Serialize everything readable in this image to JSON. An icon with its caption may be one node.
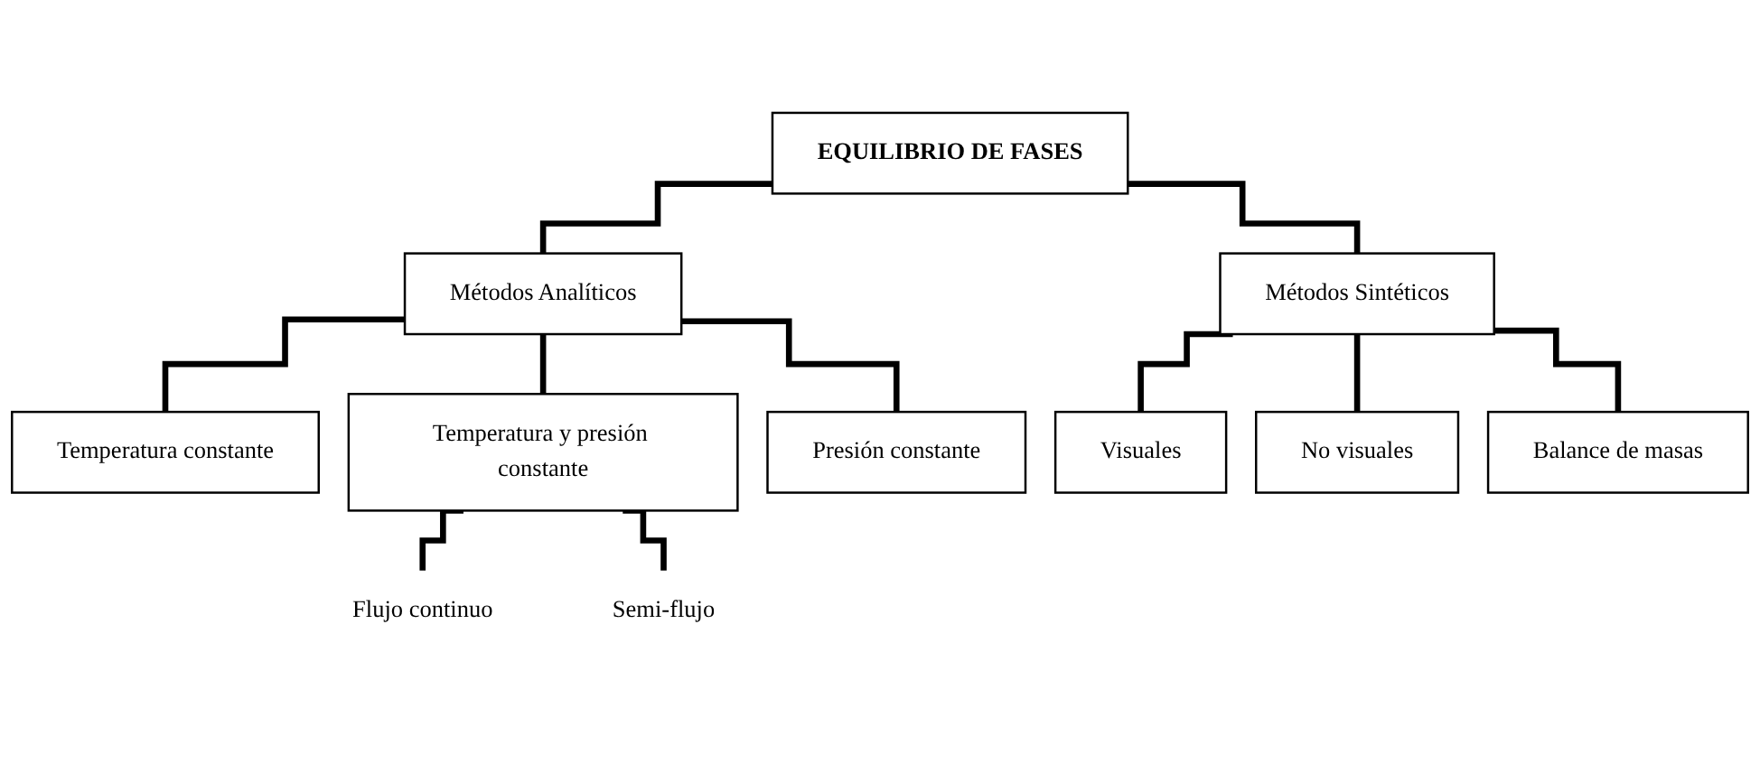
{
  "diagram": {
    "nodes": [
      {
        "text": [
          "EQUILIBRIO DE FASES"
        ]
      },
      {
        "text": [
          "Métodos Analíticos"
        ]
      },
      {
        "text": [
          "Métodos Sintéticos"
        ]
      },
      {
        "text": [
          "Temperatura constante"
        ]
      },
      {
        "text": [
          "Temperatura y presión constante"
        ]
      },
      {
        "text": [
          "Presión constante"
        ]
      },
      {
        "text": [
          "Visuales"
        ]
      },
      {
        "text": [
          "No visuales"
        ]
      },
      {
        "text": [
          "Balance de masas"
        ]
      },
      {
        "text": [
          "Flujo continuo"
        ]
      },
      {
        "text": [
          "Semi-flujo"
        ]
      }
    ],
    "edges": [
      {
        "from": 0,
        "to": 1,
        "arrow": "none"
      },
      {
        "from": 0,
        "to": 2,
        "arrow": "none"
      },
      {
        "from": 1,
        "to": 3,
        "arrow": "none"
      },
      {
        "from": 1,
        "to": 4,
        "arrow": "none"
      },
      {
        "from": 1,
        "to": 5,
        "arrow": "none"
      },
      {
        "from": 2,
        "to": 6,
        "arrow": "none"
      },
      {
        "from": 2,
        "to": 7,
        "arrow": "none"
      },
      {
        "from": 2,
        "to": 8,
        "arrow": "none"
      },
      {
        "from": 4,
        "to": 9,
        "arrow": "none"
      },
      {
        "from": 4,
        "to": 10,
        "arrow": "none"
      }
    ]
  }
}
